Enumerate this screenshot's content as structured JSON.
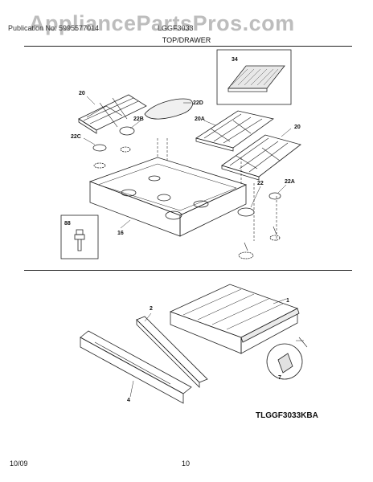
{
  "header": {
    "watermark": "AppliancePartsPros.com",
    "publication": "Publication No: 5995577014",
    "model": "LGGF3033",
    "section_title": "TOP/DRAWER"
  },
  "parts": {
    "p34": "34",
    "p20_left": "20",
    "p22D": "22D",
    "p22B": "22B",
    "p20A": "20A",
    "p20_right": "20",
    "p22C": "22C",
    "p22": "22",
    "p22A": "22A",
    "p88": "88",
    "p16": "16",
    "p1": "1",
    "p2": "2",
    "p4": "4",
    "p7": "7"
  },
  "diagram_code": "TLGGF3033KBA",
  "footer": {
    "date": "10/09",
    "page": "10"
  }
}
